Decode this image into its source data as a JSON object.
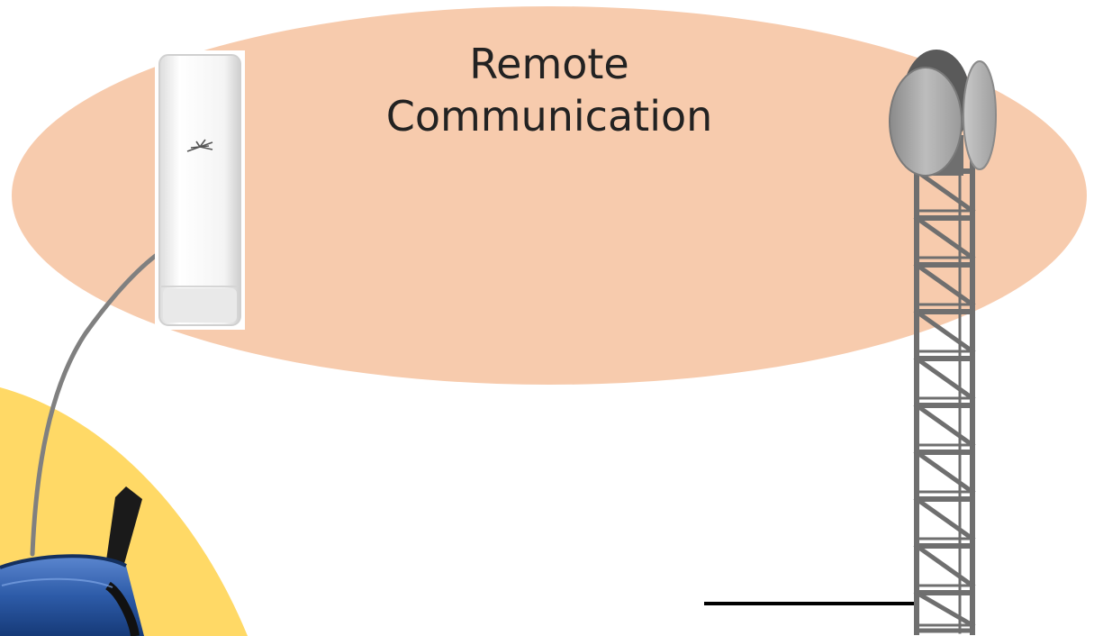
{
  "diagram": {
    "remote_zone": {
      "label_line1": "Remote",
      "label_line2": "Communication",
      "fill": "#F7CBAD"
    },
    "local_zone": {
      "fill": "#FFD966"
    },
    "devices": {
      "outdoor_cpe": "outdoor-cpe-antenna",
      "router": "wifi-router",
      "tower": "radio-tower"
    },
    "colors": {
      "cable": "#808080",
      "tower_steel": "#6F6F6F",
      "router_body": "#2D5BA8",
      "ground_line": "#000000"
    }
  }
}
